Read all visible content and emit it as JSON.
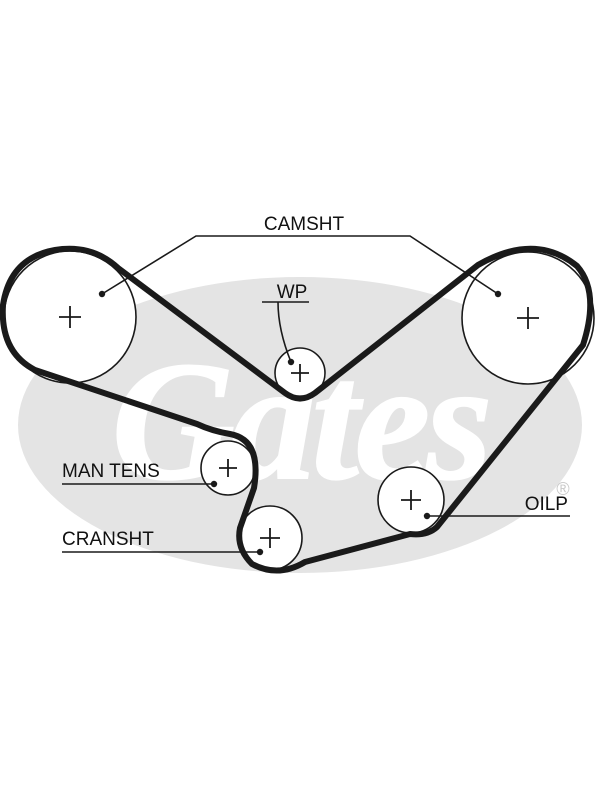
{
  "colors": {
    "ink": "#1a1a1a",
    "watermark": "#e4e4e4",
    "background": "#ffffff"
  },
  "watermark": {
    "logo_icon": "gates-logo-watermark",
    "text": "Gates",
    "registered_mark": "®"
  },
  "labels": {
    "camshaft": "CAMSHT",
    "water_pump": "WP",
    "manual_tensioner": "MAN TENS",
    "crankshaft": "CRANSHT",
    "oil_pump": "OILP"
  }
}
